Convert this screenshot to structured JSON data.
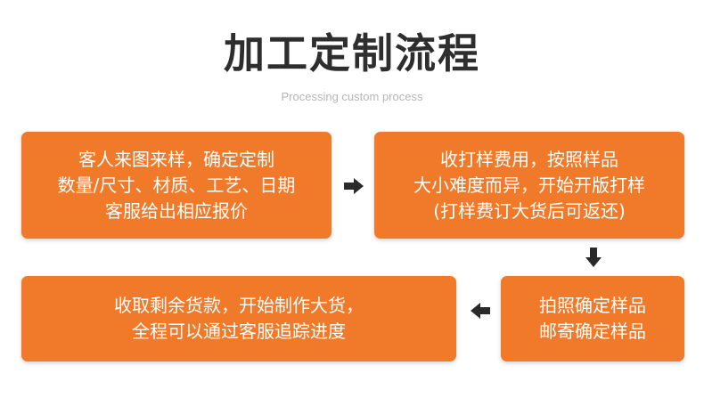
{
  "header": {
    "title": "加工定制流程",
    "subtitle": "Processing custom process"
  },
  "steps": [
    {
      "lines": [
        "客人来图来样，确定定制",
        "数量/尺寸、材质、工艺、日期",
        "客服给出相应报价"
      ]
    },
    {
      "lines": [
        "收打样费用，按照样品",
        "大小难度而异，开始开版打样",
        "(打样费订大货后可返还)"
      ]
    },
    {
      "lines": [
        "拍照确定样品",
        "邮寄确定样品"
      ]
    },
    {
      "lines": [
        "收取剩余货款，开始制作大货，",
        "全程可以通过客服追踪进度"
      ]
    }
  ],
  "arrows": [
    {
      "icon": "arrow-right-icon"
    },
    {
      "icon": "arrow-down-icon"
    },
    {
      "icon": "arrow-left-icon"
    }
  ],
  "colors": {
    "box": "#f07a2a",
    "title": "#2e2e2e",
    "subtitle": "#b5b5b5",
    "arrow": "#2a2a2a"
  }
}
